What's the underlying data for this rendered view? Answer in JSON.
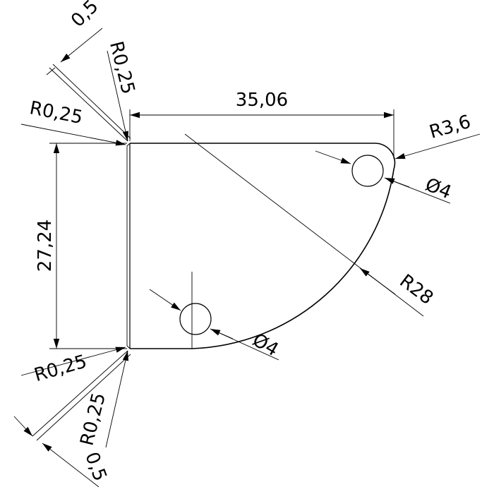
{
  "drawing": {
    "dimensions": {
      "width": "35,06",
      "height": "27,24",
      "corner_radius": "R3,6",
      "arc_radius": "R28",
      "hole_top_diameter": "Ø4",
      "hole_bottom_diameter": "Ø4",
      "fillet_top_left_outer": "R0,25",
      "fillet_top_left_inner": "R0,25",
      "fillet_bottom_left_outer": "R0,25",
      "fillet_bottom_left_inner": "R0,25",
      "thickness_top": "0,5",
      "thickness_bottom": "0,5"
    }
  }
}
